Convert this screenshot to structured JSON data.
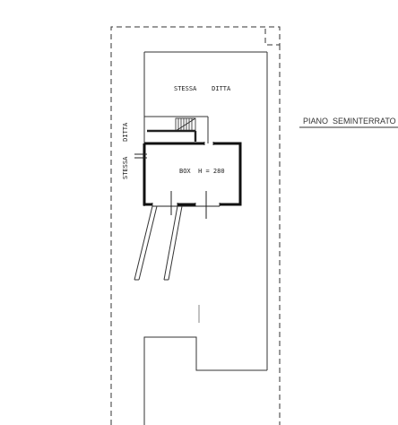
{
  "plan": {
    "title": "PIANO  SEMINTERRATO",
    "labels": {
      "same_owner_top": "STESSA    DITTA",
      "same_owner_left": "STESSA    DITTA",
      "box": "BOX  H = 280"
    },
    "colors": {
      "ink": "#222222",
      "wall": "#111111",
      "paper": "#ffffff"
    }
  }
}
